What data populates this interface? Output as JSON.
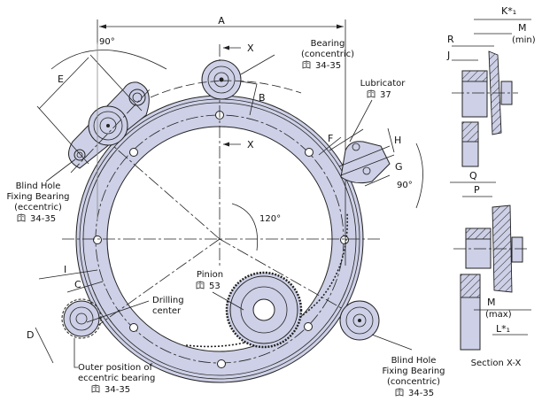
{
  "dimensions": {
    "A": "A",
    "B": "B",
    "C": "C",
    "D": "D",
    "E": "E",
    "F": "F",
    "G": "G",
    "H": "H",
    "I": "I",
    "J": "J",
    "K": "K*₁",
    "L": "L*₁",
    "M_min": "M",
    "M_min_sub": "(min)",
    "M_max": "M",
    "M_max_sub": "(max)",
    "P": "P",
    "Q": "Q",
    "R": "R",
    "X_top": "X",
    "X_bottom": "X"
  },
  "angles": {
    "top_left": "90°",
    "right": "90°",
    "center": "120°"
  },
  "labels": {
    "bearing_concentric": {
      "line1": "Bearing",
      "line2": "(concentric)",
      "ref": "34-35"
    },
    "lubricator": {
      "line1": "Lubricator",
      "ref": "37"
    },
    "blind_hole_eccentric": {
      "line1": "Blind Hole",
      "line2": "Fixing Bearing",
      "line3": "(eccentric)",
      "ref": "34-35"
    },
    "pinion": {
      "line1": "Pinion",
      "ref": "53"
    },
    "drilling_center": {
      "line1": "Drilling",
      "line2": "center"
    },
    "outer_position": {
      "line1": "Outer position of",
      "line2": "eccentric bearing",
      "ref": "34-35"
    },
    "blind_hole_concentric": {
      "line1": "Blind Hole",
      "line2": "Fixing Bearing",
      "line3": "(concentric)",
      "ref": "34-35"
    },
    "section": "Section X-X"
  },
  "icons": {
    "book_ref": "book-icon"
  },
  "colors": {
    "part_fill": "#cdd0e6",
    "line": "#222222",
    "background": "#ffffff"
  }
}
